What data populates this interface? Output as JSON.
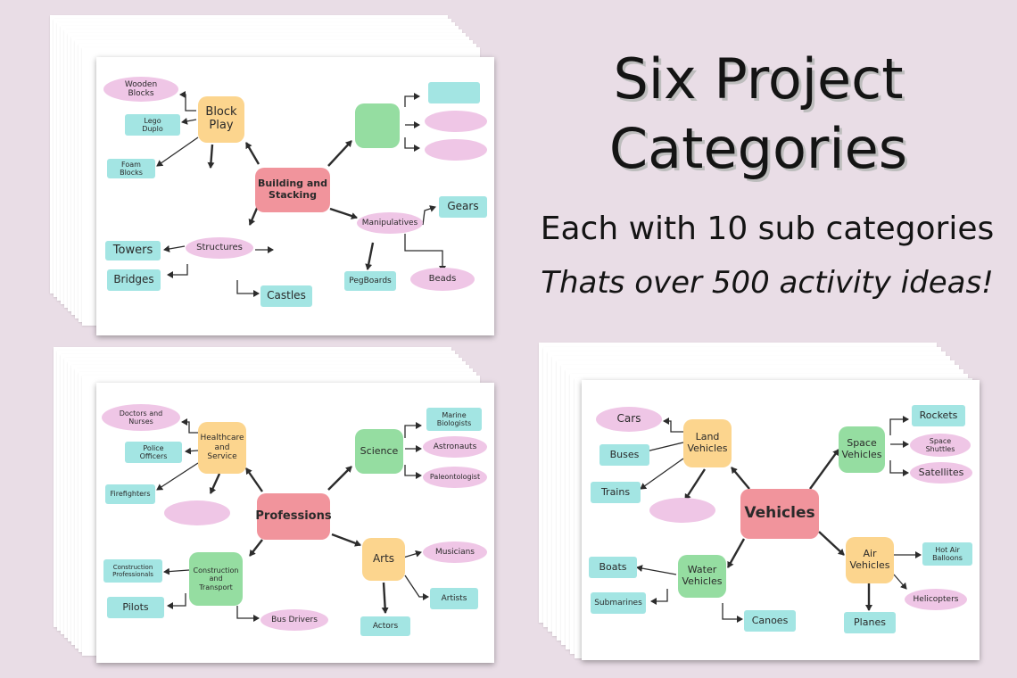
{
  "heading": {
    "title_line1": "Six Project",
    "title_line2": "Categories",
    "subtitle": "Each with 10 sub categories",
    "tagline": "Thats over 500 activity ideas!"
  },
  "colors": {
    "background": "#e9dde6",
    "teal": "#a3e5e3",
    "pink": "#efc6e6",
    "orange": "#fcd58e",
    "green": "#95dda1",
    "red": "#f1949c",
    "arrow": "#2c2c2c"
  },
  "maps": [
    {
      "center": "Building and\nStacking",
      "branches": [
        {
          "label": "Block\nPlay",
          "color": "orange",
          "leaves": [
            {
              "label": "Wooden\nBlocks",
              "color": "pink"
            },
            {
              "label": "Lego\nDuplo",
              "color": "teal"
            },
            {
              "label": "Foam\nBlocks",
              "color": "teal"
            }
          ]
        },
        {
          "label": "",
          "color": "green",
          "leaves": [
            {
              "label": "",
              "color": "teal"
            },
            {
              "label": "",
              "color": "pink"
            },
            {
              "label": "",
              "color": "pink"
            }
          ]
        },
        {
          "label": "Structures",
          "color": "pink",
          "leaves": [
            {
              "label": "Towers",
              "color": "teal"
            },
            {
              "label": "Bridges",
              "color": "teal"
            },
            {
              "label": "Castles",
              "color": "teal"
            }
          ]
        },
        {
          "label": "Manipulatives",
          "color": "pink",
          "leaves": [
            {
              "label": "Gears",
              "color": "teal"
            },
            {
              "label": "PegBoards",
              "color": "teal"
            },
            {
              "label": "Beads",
              "color": "pink"
            }
          ]
        }
      ]
    },
    {
      "center": "Professions",
      "branches": [
        {
          "label": "Healthcare\nand\nService",
          "color": "orange",
          "leaves": [
            {
              "label": "Doctors and\nNurses",
              "color": "pink"
            },
            {
              "label": "Police\nOfficers",
              "color": "teal"
            },
            {
              "label": "Firefighters",
              "color": "teal"
            },
            {
              "label": "",
              "color": "pink"
            }
          ]
        },
        {
          "label": "Science",
          "color": "green",
          "leaves": [
            {
              "label": "Marine\nBiologists",
              "color": "teal"
            },
            {
              "label": "Astronauts",
              "color": "pink"
            },
            {
              "label": "Paleontologist",
              "color": "pink"
            }
          ]
        },
        {
          "label": "Construction\nand\nTransport",
          "color": "green",
          "leaves": [
            {
              "label": "Construction\nProfessionals",
              "color": "teal"
            },
            {
              "label": "Pilots",
              "color": "teal"
            },
            {
              "label": "Bus Drivers",
              "color": "pink"
            }
          ]
        },
        {
          "label": "Arts",
          "color": "orange",
          "leaves": [
            {
              "label": "Musicians",
              "color": "pink"
            },
            {
              "label": "Artists",
              "color": "teal"
            },
            {
              "label": "Actors",
              "color": "teal"
            }
          ]
        }
      ]
    },
    {
      "center": "Vehicles",
      "branches": [
        {
          "label": "Land\nVehicles",
          "color": "orange",
          "leaves": [
            {
              "label": "Cars",
              "color": "pink"
            },
            {
              "label": "Buses",
              "color": "teal"
            },
            {
              "label": "Trains",
              "color": "teal"
            },
            {
              "label": "",
              "color": "pink"
            }
          ]
        },
        {
          "label": "Space\nVehicles",
          "color": "green",
          "leaves": [
            {
              "label": "Rockets",
              "color": "teal"
            },
            {
              "label": "Space\nShuttles",
              "color": "pink"
            },
            {
              "label": "Satellites",
              "color": "pink"
            }
          ]
        },
        {
          "label": "Water\nVehicles",
          "color": "green",
          "leaves": [
            {
              "label": "Boats",
              "color": "teal"
            },
            {
              "label": "Submarines",
              "color": "teal"
            },
            {
              "label": "Canoes",
              "color": "teal"
            }
          ]
        },
        {
          "label": "Air\nVehicles",
          "color": "orange",
          "leaves": [
            {
              "label": "Hot Air\nBalloons",
              "color": "teal"
            },
            {
              "label": "Helicopters",
              "color": "pink"
            },
            {
              "label": "Planes",
              "color": "teal"
            }
          ]
        }
      ]
    }
  ]
}
